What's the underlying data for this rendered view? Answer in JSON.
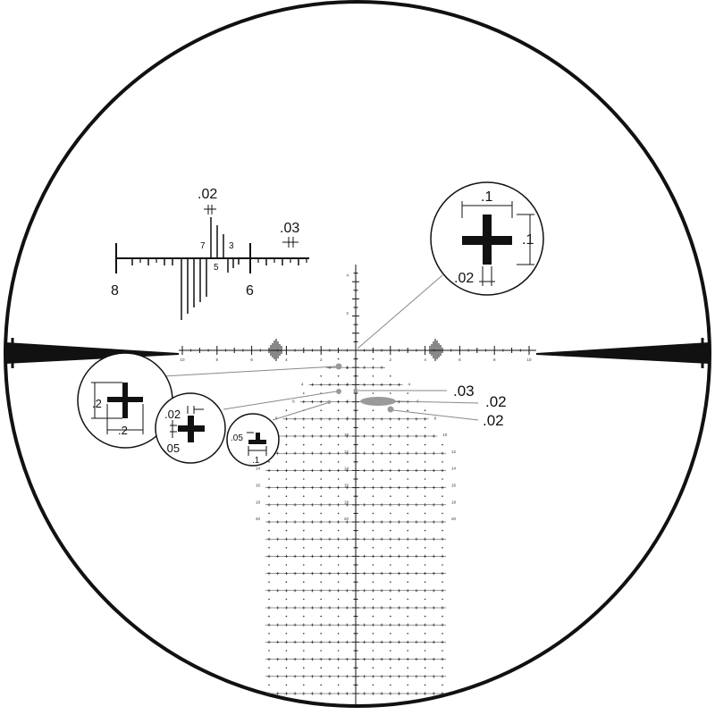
{
  "colors": {
    "ink": "#111111",
    "grid_ink": "#333333",
    "leader": "#888888",
    "highlight": "#9a9a9a",
    "background": "#ffffff"
  },
  "horizontal_axis": {
    "labels": [
      "10",
      "8",
      "6",
      "4",
      "2",
      "2",
      "4",
      "6",
      "8",
      "10"
    ]
  },
  "vertical_axis": {
    "labels_upper": [
      "4",
      "2"
    ],
    "labels_lower": [
      "2",
      "4",
      "6",
      "8",
      "10",
      "12",
      "14",
      "16",
      "18",
      "20"
    ]
  },
  "tree": {
    "side_row_labels": [
      "4",
      "6",
      "8",
      "10",
      "12",
      "14",
      "16",
      "18",
      "20"
    ],
    "half_width_rows": [
      3,
      5,
      6,
      8,
      9,
      10,
      10,
      10,
      10,
      10,
      10,
      10,
      10,
      10,
      10,
      10,
      10,
      10,
      10
    ]
  },
  "magnified_scale": {
    "labels": {
      "left": "8",
      "right": "6",
      "tall_7": "7",
      "tall_5": "5",
      "tall_3": "3"
    },
    "dim_top": ".02",
    "dim_right": ".03"
  },
  "callout_main_cross": {
    "width_label": ".1",
    "height_label": ".1",
    "line_label": ".02"
  },
  "callout_center_cross": {
    "width_label": ".2",
    "height_label": ".2"
  },
  "callout_small_cross": {
    "width_label": ".02",
    "height_label": ".05"
  },
  "callout_tick": {
    "height_label": ".05",
    "width_label": ".1"
  },
  "right_callouts": [
    ".03",
    ".02",
    ".02"
  ]
}
